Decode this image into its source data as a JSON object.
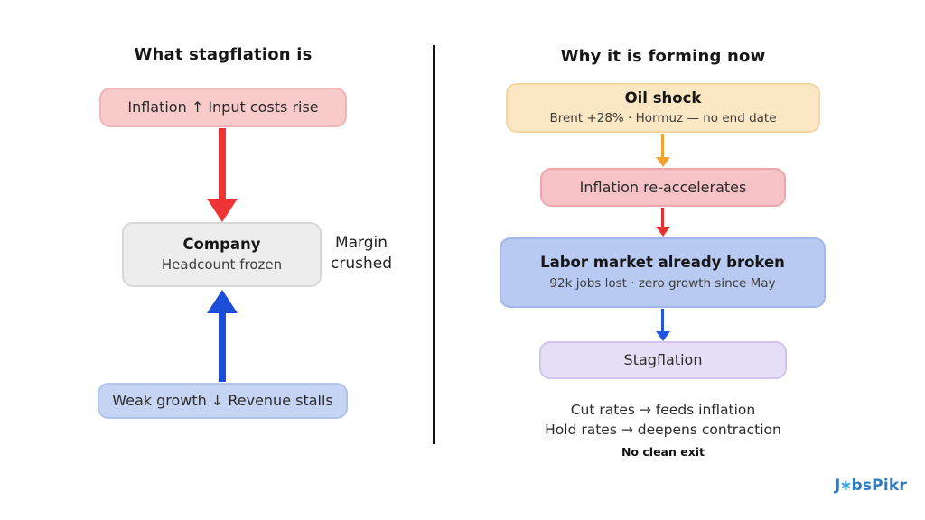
{
  "left_panel": {
    "title": "What stagflation is",
    "inflation_box": {
      "label": "Inflation ↑ Input costs rise",
      "fill": "#f8caca",
      "border": "#efb4b7"
    },
    "arrow_down": {
      "color": "#ee3434"
    },
    "company_box": {
      "title": "Company",
      "subtitle": "Headcount frozen",
      "fill": "#ededed",
      "border": "#d8d8d8"
    },
    "side_note": {
      "line1": "Margin",
      "line2": "crushed"
    },
    "arrow_up": {
      "color": "#1c4ed9"
    },
    "growth_box": {
      "label": "Weak growth ↓ Revenue stalls",
      "fill": "#c6d4f4",
      "border": "#b2c3ec"
    }
  },
  "divider_color": "#121212",
  "right_panel": {
    "title": "Why it is forming now",
    "oil_box": {
      "title": "Oil shock",
      "subtitle": "Brent +28% · Hormuz — no end date",
      "fill": "#fce7c5",
      "border": "#f2d6a4"
    },
    "arrow_oil_to_inflation": {
      "color": "#f0a330"
    },
    "inflation_box": {
      "label": "Inflation re-accelerates",
      "fill": "#f6c2c5",
      "border": "#eda6ab"
    },
    "arrow_inflation_to_labor": {
      "color": "#e93030"
    },
    "labor_box": {
      "title": "Labor market already broken",
      "subtitle": "92k jobs lost · zero growth since May",
      "fill": "#b8caf1",
      "border": "#a3b8ea"
    },
    "arrow_labor_to_stagflation": {
      "color": "#2356e0"
    },
    "stagflation_box": {
      "label": "Stagflation",
      "fill": "#e6def7",
      "border": "#d1c4ef"
    },
    "outcome": {
      "line1": "Cut rates → feeds inflation",
      "line2": "Hold rates → deepens contraction",
      "line3": "No clean exit"
    }
  },
  "logo": {
    "text_prefix": "J",
    "gear_icon": "✱",
    "text_suffix": "bsPikr",
    "color": "#2b7cc0",
    "accent_color": "#3aa8de"
  }
}
